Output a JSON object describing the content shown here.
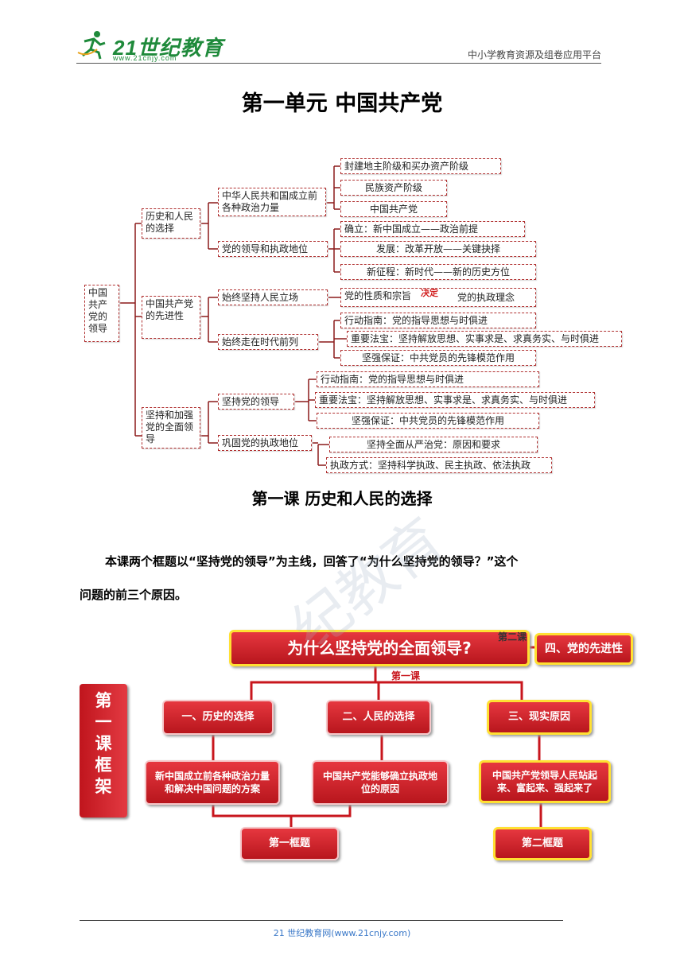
{
  "header": {
    "logo_text": "21世纪教育",
    "logo_url": "www.21cnjy.com",
    "right_text": "中小学教育资源及组卷应用平台"
  },
  "unit_title": "第一单元  中国共产党",
  "mindmap": {
    "root": "中国共产党的领导",
    "b1": "历史和人民的选择",
    "b1_1": "中华人民共和国成立前各种政治力量",
    "b1_1_items": [
      "封建地主阶级和买办资产阶级",
      "民族资产阶级",
      "中国共产党"
    ],
    "b1_2": "党的领导和执政地位",
    "b1_2_items": [
      "确立：新中国成立——政治前提",
      "发展：改革开放——关键抉择",
      "新征程：新时代——新的历史方位"
    ],
    "b2": "中国共产党的先进性",
    "b2_1": "始终坚持人民立场",
    "b2_1_left": "党的性质和宗旨",
    "b2_1_arrow": "决定",
    "b2_1_right": "党的执政理念",
    "b2_2": "始终走在时代前列",
    "b2_2_items": [
      "行动指南：党的指导思想与时俱进",
      "重要法宝：坚持解放思想、实事求是、求真务实、与时俱进",
      "坚强保证：中共党员的先锋模范作用"
    ],
    "b3": "坚持和加强党的全面领导",
    "b3_1": "坚持党的领导",
    "b3_1_items": [
      "行动指南：党的指导思想与时俱进",
      "重要法宝：坚持解放思想、实事求是、求真务实、与时俱进",
      "坚强保证：中共党员的先锋模范作用"
    ],
    "b3_2": "巩固党的执政地位",
    "b3_2_items": [
      "坚持全面从严治党：原因和要求",
      "执政方式：坚持科学执政、民主执政、依法执政"
    ]
  },
  "lesson_title": "第一课  历史和人民的选择",
  "paragraph_line1": "本课两个框题以“坚持党的领导”为主线，回答了“为什么坚持党的领导？”这个",
  "paragraph_line2": "问题的前三个原因。",
  "framework": {
    "side_banner": "第一课框架",
    "top_question": "为什么坚持党的全面领导?",
    "label_lesson2": "第二课",
    "label_lesson1": "第一课",
    "box_4": "四、党的先进性",
    "box_1": "一、历史的选择",
    "box_2": "二、人民的选择",
    "box_3": "三、现实原因",
    "detail_1": "新中国成立前各种政治力量和解决中国问题的方案",
    "detail_2": "中国共产党能够确立执政地位的原因",
    "detail_3": "中国共产党领导人民站起来、富起来、强起来了",
    "frame_1": "第一框题",
    "frame_2": "第二框题"
  },
  "footer": "21 世纪教育网(www.21cnjy.com)",
  "colors": {
    "red": "#c8161d",
    "yellow": "#ffe033",
    "logo_green": "#1f8a3b",
    "footer_blue": "#3a78c8"
  }
}
